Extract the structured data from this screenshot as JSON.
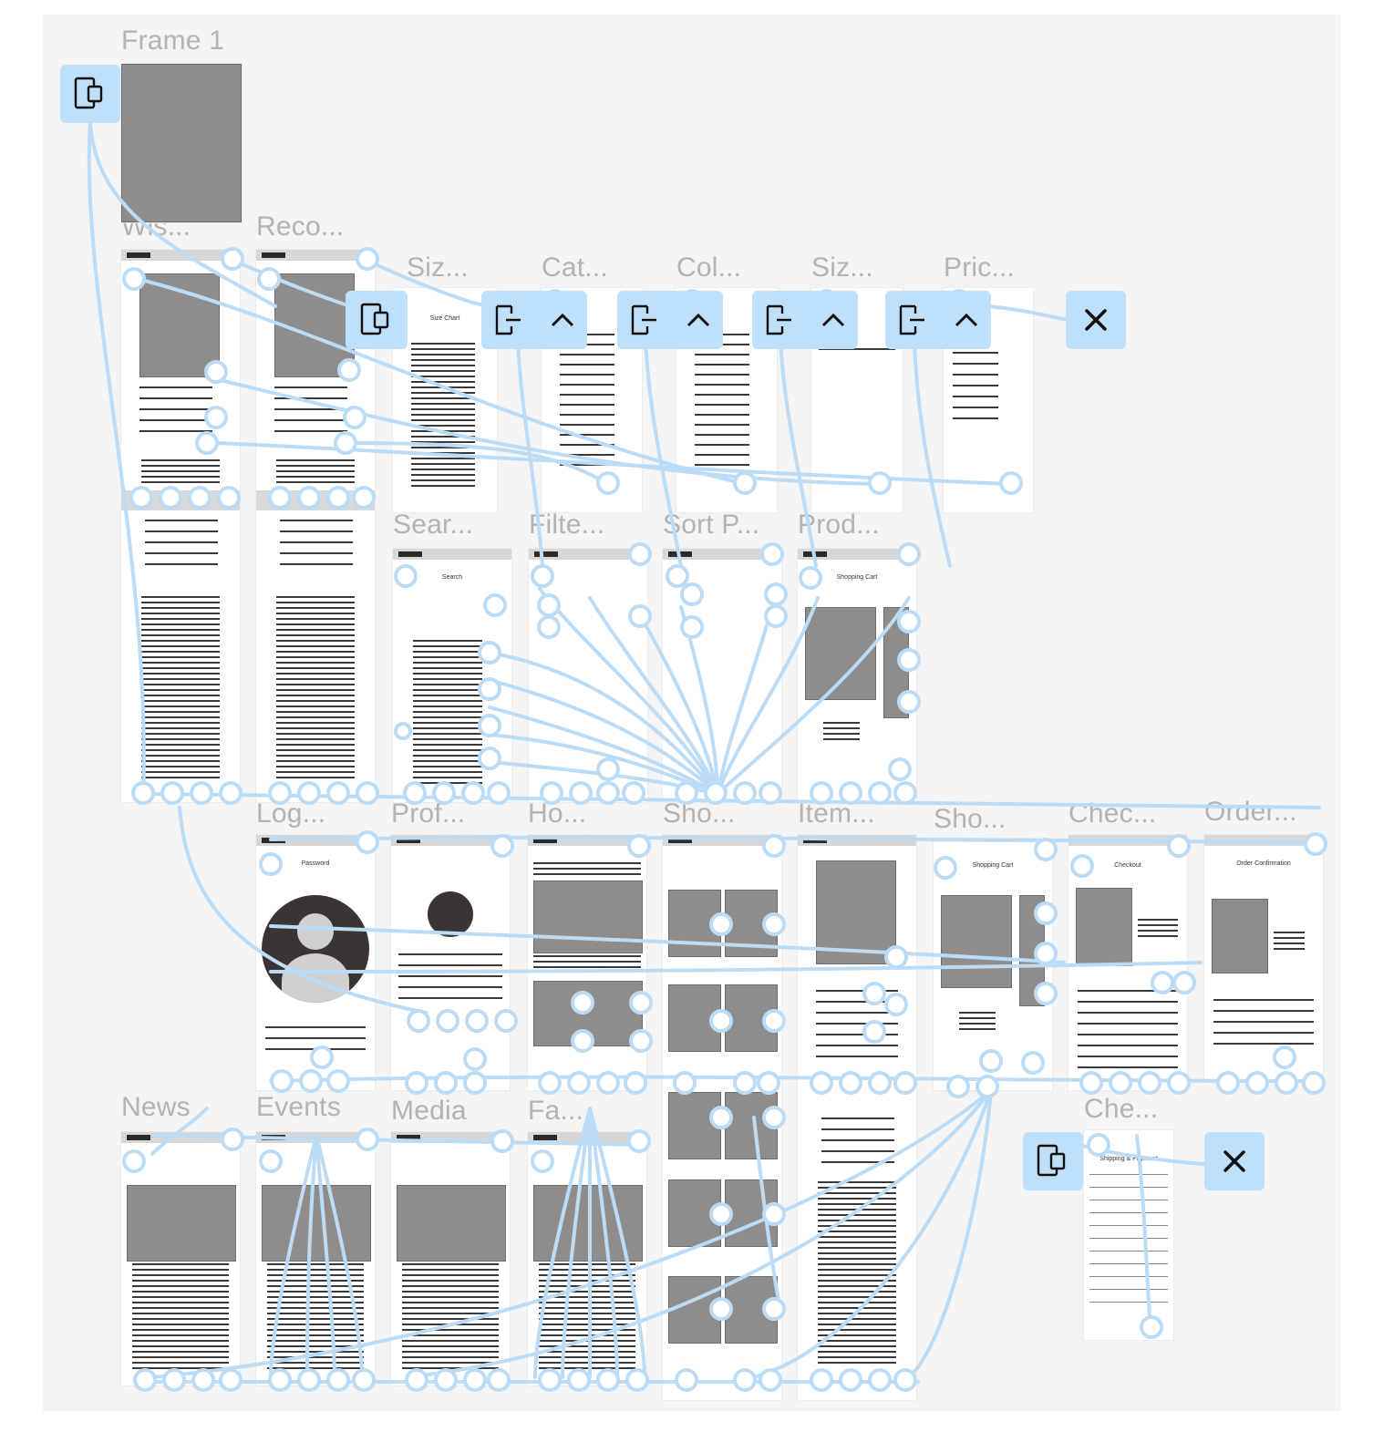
{
  "canvas": {
    "background": "#f4f4f4",
    "wire_color": "#bcdcf6",
    "tool_color": "#bfe0fa",
    "frame_label_color": "#b3b3b3"
  },
  "frames": [
    {
      "id": "frame-1",
      "label": "Frame 1",
      "title": ""
    },
    {
      "id": "wishlist",
      "label": "Wis...",
      "title": ""
    },
    {
      "id": "recommendations",
      "label": "Reco...",
      "title": ""
    },
    {
      "id": "size-chart",
      "label": "Siz...",
      "title": "Size Chart"
    },
    {
      "id": "category",
      "label": "Cat...",
      "title": ""
    },
    {
      "id": "color",
      "label": "Col...",
      "title": ""
    },
    {
      "id": "size",
      "label": "Siz...",
      "title": ""
    },
    {
      "id": "price",
      "label": "Pric...",
      "title": ""
    },
    {
      "id": "search",
      "label": "Sear...",
      "title": "Search"
    },
    {
      "id": "filter",
      "label": "Filte...",
      "title": ""
    },
    {
      "id": "sort",
      "label": "Sort P...",
      "title": ""
    },
    {
      "id": "product",
      "label": "Prod...",
      "title": "Shopping Cart"
    },
    {
      "id": "login",
      "label": "Log...",
      "title": "Password"
    },
    {
      "id": "profile",
      "label": "Prof...",
      "title": ""
    },
    {
      "id": "home",
      "label": "Ho...",
      "title": ""
    },
    {
      "id": "shop",
      "label": "Sho...",
      "title": ""
    },
    {
      "id": "item",
      "label": "Item...",
      "title": ""
    },
    {
      "id": "shopping-cart",
      "label": "Sho...",
      "title": "Shopping Cart"
    },
    {
      "id": "checkout",
      "label": "Chec...",
      "title": "Checkout"
    },
    {
      "id": "order",
      "label": "Order...",
      "title": "Order Confirmation"
    },
    {
      "id": "news",
      "label": "News",
      "title": ""
    },
    {
      "id": "events",
      "label": "Events",
      "title": ""
    },
    {
      "id": "media",
      "label": "Media",
      "title": ""
    },
    {
      "id": "faq",
      "label": "Fa...",
      "title": ""
    },
    {
      "id": "shipping",
      "label": "Che...",
      "title": "Shipping & Payment"
    }
  ],
  "tools": [
    {
      "id": "device-tool-1",
      "icon": "device-frame-icon"
    },
    {
      "id": "device-tool-2",
      "icon": "device-frame-icon"
    },
    {
      "id": "overlay-tool-1",
      "icon": "overlay-anchor-icon"
    },
    {
      "id": "overlay-tool-2",
      "icon": "overlay-anchor-icon"
    },
    {
      "id": "overlay-tool-3",
      "icon": "overlay-anchor-icon"
    },
    {
      "id": "overlay-tool-4",
      "icon": "overlay-anchor-icon"
    },
    {
      "id": "close-tool-1",
      "icon": "close-icon"
    },
    {
      "id": "device-tool-3",
      "icon": "device-frame-icon"
    },
    {
      "id": "close-tool-2",
      "icon": "close-icon"
    }
  ]
}
